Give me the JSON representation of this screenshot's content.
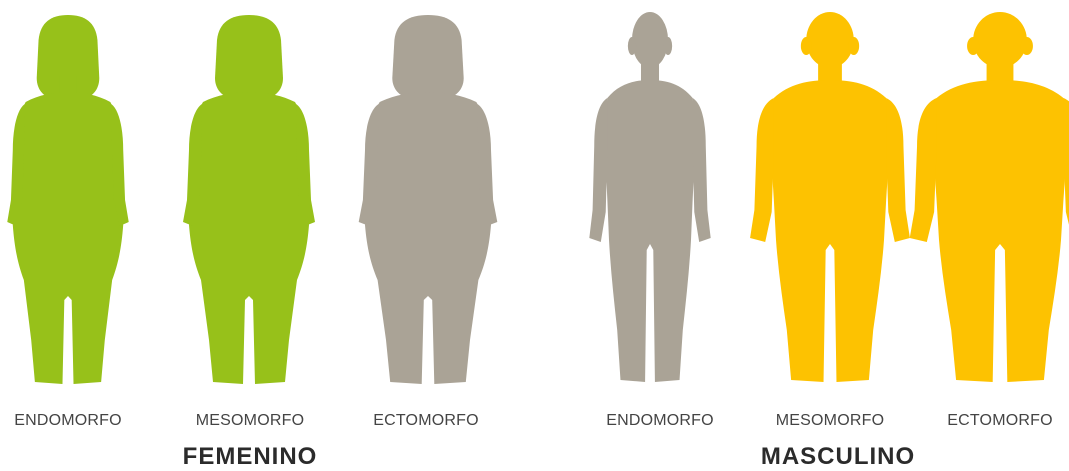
{
  "colors": {
    "green": "#97c11a",
    "gray": "#aaa396",
    "gold": "#fdc201"
  },
  "groups": [
    {
      "title": "FEMENINO",
      "figures": [
        {
          "label": "ENDOMORFO",
          "color": "green",
          "icon": "female-silhouette-icon"
        },
        {
          "label": "MESOMORFO",
          "color": "green",
          "icon": "female-silhouette-icon"
        },
        {
          "label": "ECTOMORFO",
          "color": "gray",
          "icon": "female-silhouette-icon"
        }
      ]
    },
    {
      "title": "MASCULINO",
      "figures": [
        {
          "label": "ENDOMORFO",
          "color": "gray",
          "icon": "male-silhouette-icon"
        },
        {
          "label": "MESOMORFO",
          "color": "gold",
          "icon": "male-silhouette-icon"
        },
        {
          "label": "ECTOMORFO",
          "color": "gold",
          "icon": "male-silhouette-icon"
        }
      ]
    }
  ]
}
